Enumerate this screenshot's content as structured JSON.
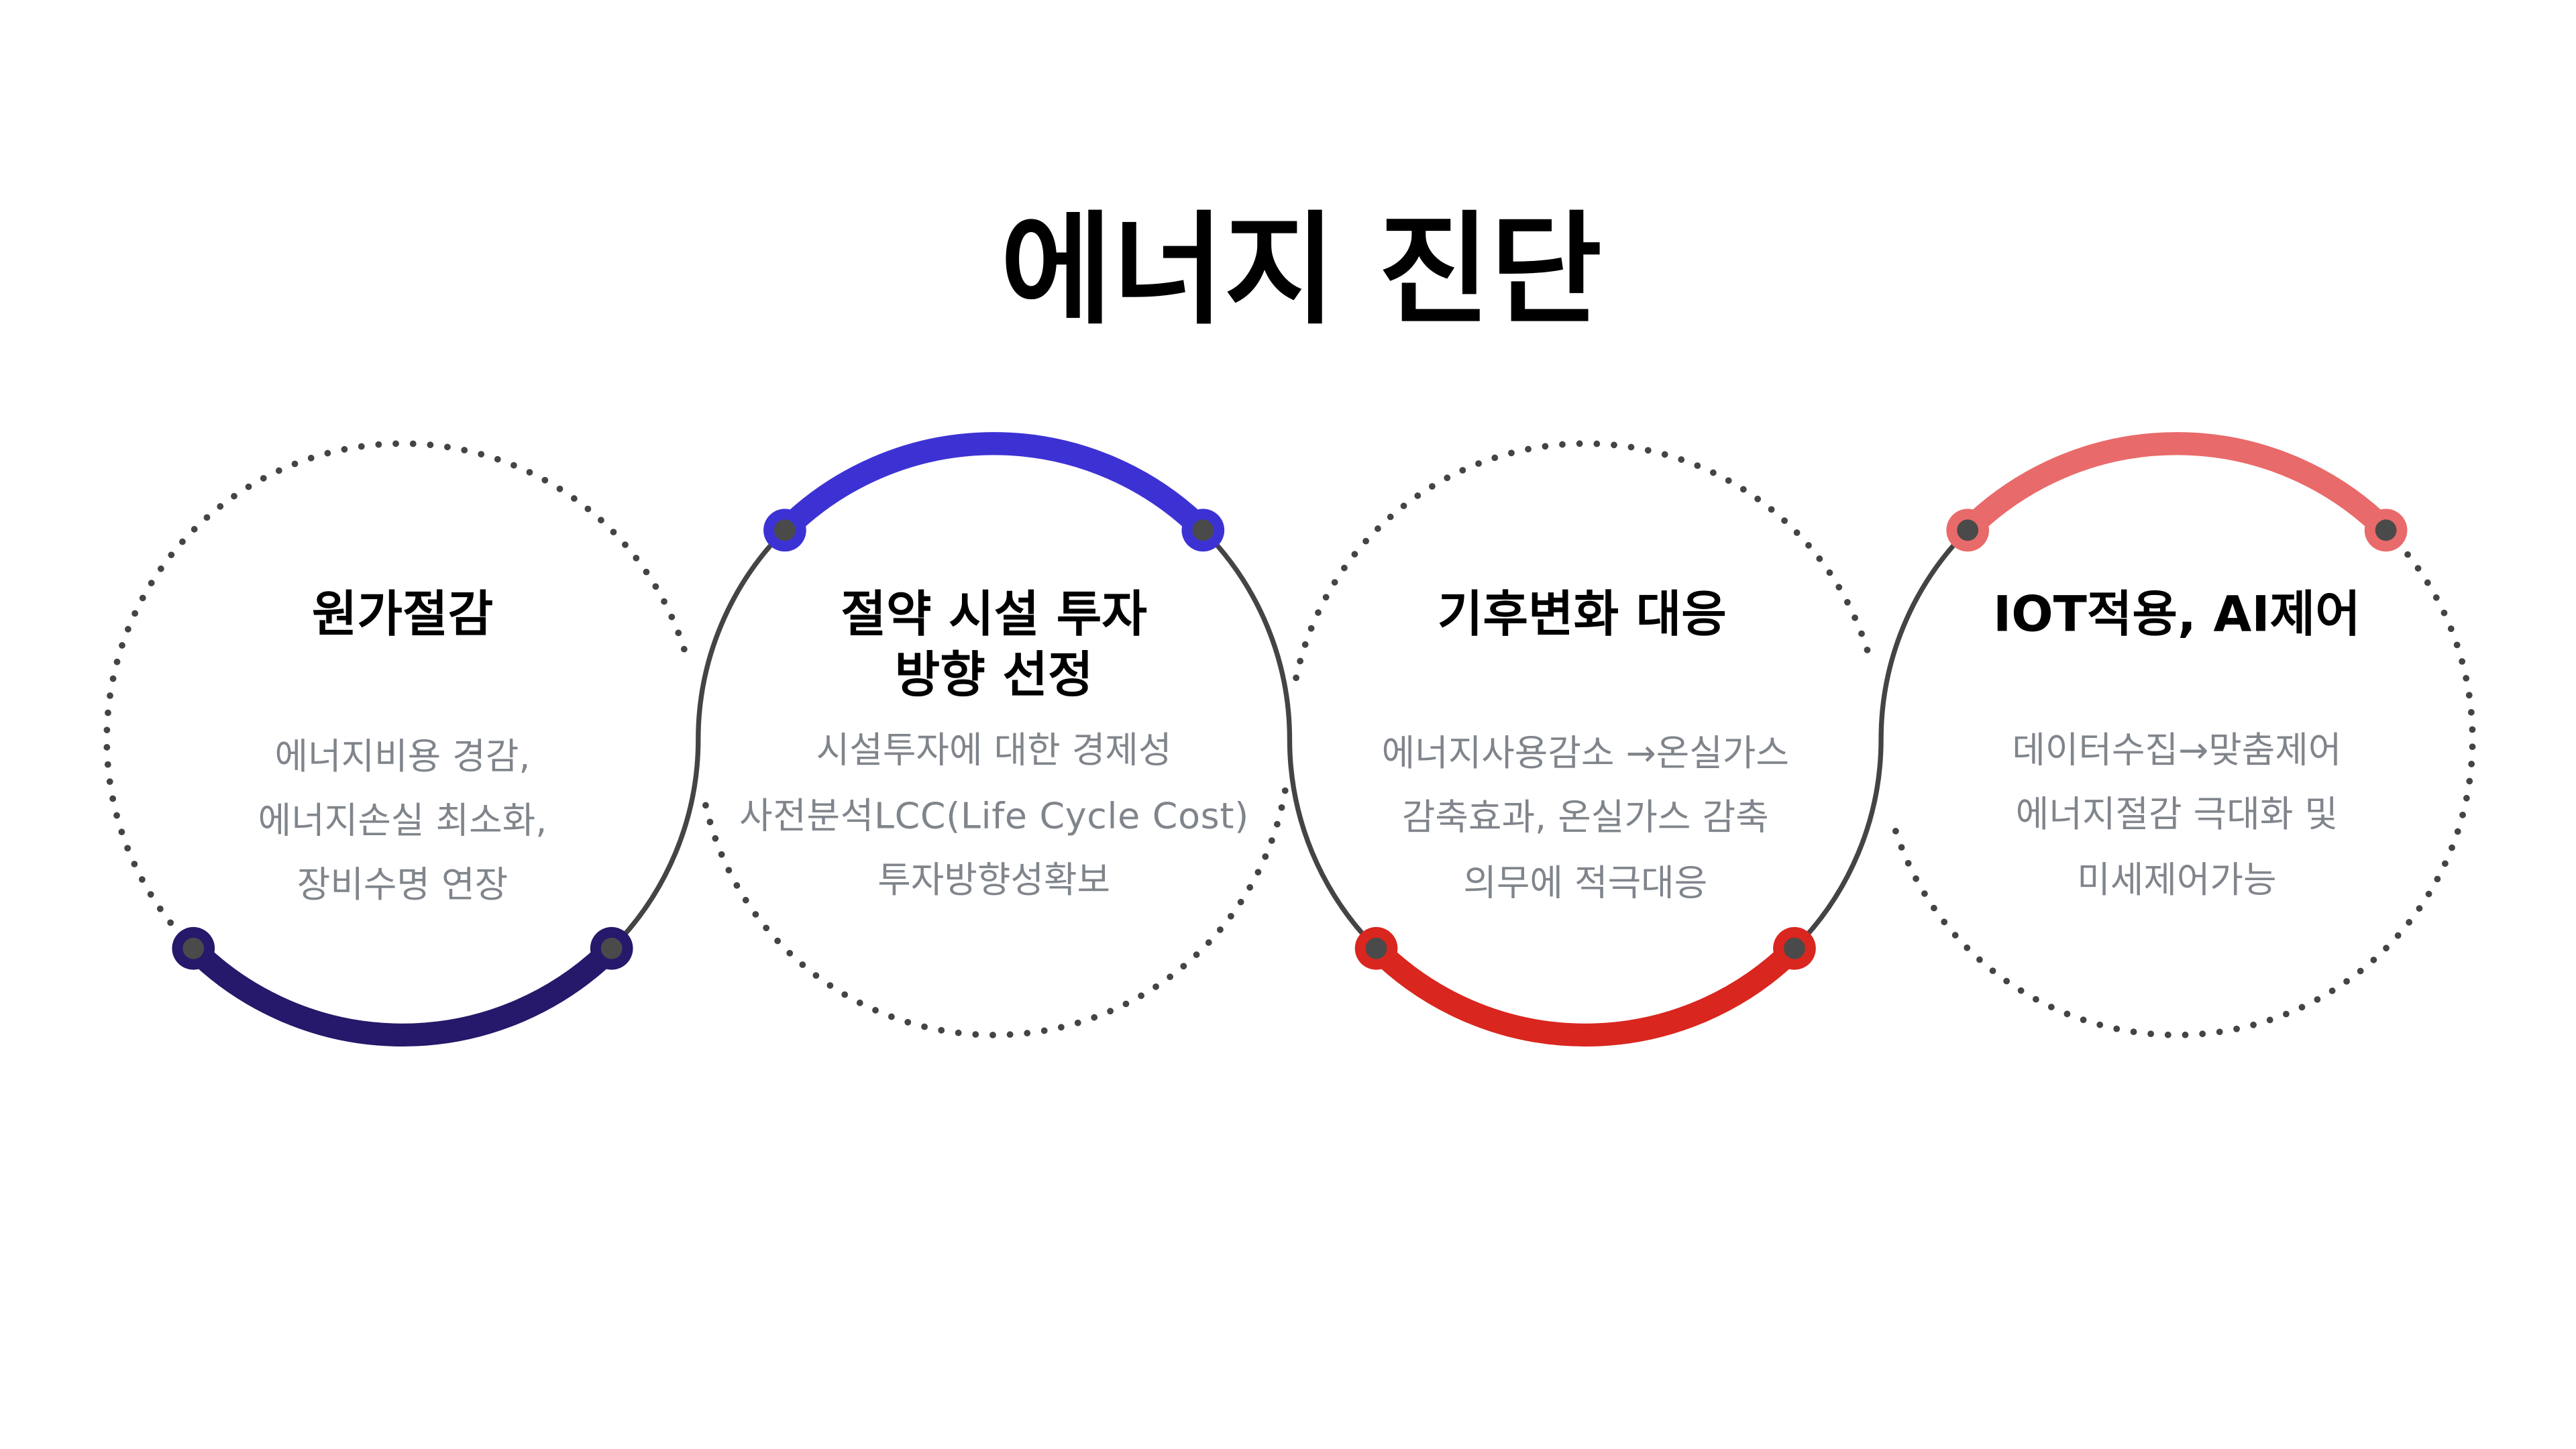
{
  "title": "에너지 진단",
  "colors": {
    "line": "#444444",
    "c1": "#26186a",
    "c2": "#3c32d4",
    "c3": "#d9261f",
    "c4": "#e96a6a"
  },
  "steps": [
    {
      "heading": [
        "원가절감"
      ],
      "body": [
        "에너지비용 경감,",
        "에너지손실 최소화,",
        "장비수명 연장"
      ]
    },
    {
      "heading": [
        "절약 시설 투자",
        "방향 선정"
      ],
      "body": [
        "시설투자에 대한 경제성",
        "사전분석LCC(Life Cycle Cost)",
        "투자방향성확보"
      ]
    },
    {
      "heading": [
        "기후변화 대응"
      ],
      "body": [
        "에너지사용감소 →온실가스",
        "감축효과, 온실가스 감축",
        "의무에 적극대응"
      ]
    },
    {
      "heading": [
        "IOT적용, AI제어"
      ],
      "body": [
        "데이터수집→맞춤제어",
        "에너지절감 극대화 및",
        "미세제어가능"
      ]
    }
  ]
}
